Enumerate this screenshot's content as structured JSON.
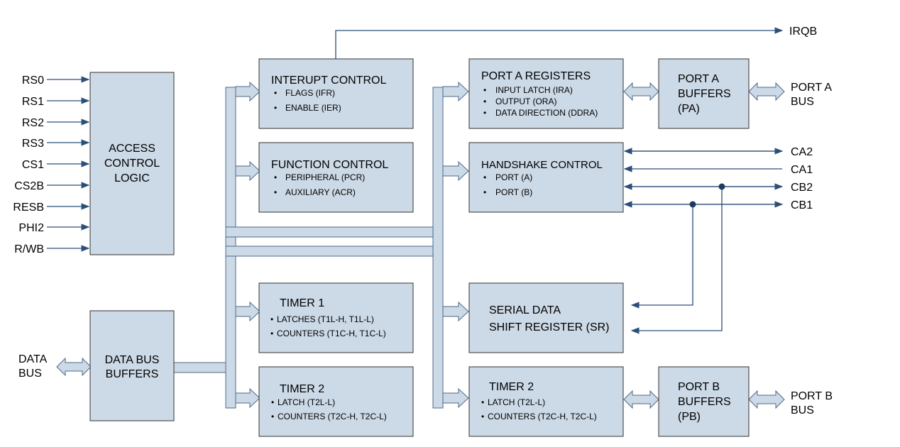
{
  "left_signals": [
    "RS0",
    "RS1",
    "RS2",
    "RS3",
    "CS1",
    "CS2B",
    "RESB",
    "PHI2",
    "R/WB"
  ],
  "data_bus_label": [
    "DATA",
    "BUS"
  ],
  "access_control": [
    "ACCESS",
    "CONTROL",
    "LOGIC"
  ],
  "data_bus_buffers": [
    "DATA BUS",
    "BUFFERS"
  ],
  "interrupt_control": {
    "title": "INTERUPT CONTROL",
    "items": [
      "FLAGS (IFR)",
      "ENABLE (IER)"
    ]
  },
  "function_control": {
    "title": "FUNCTION CONTROL",
    "items": [
      "PERIPHERAL (PCR)",
      "AUXILIARY (ACR)"
    ]
  },
  "timer1": {
    "title": "TIMER 1",
    "items": [
      "LATCHES (T1L-H, T1L-L)",
      "COUNTERS (T1C-H, T1C-L)"
    ]
  },
  "timer2_left": {
    "title": "TIMER 2",
    "items": [
      "LATCH (T2L-L)",
      "COUNTERS (T2C-H, T2C-L)"
    ]
  },
  "port_a_registers": {
    "title": "PORT A REGISTERS",
    "items": [
      "INPUT LATCH (IRA)",
      "OUTPUT (ORA)",
      "DATA DIRECTION (DDRA)"
    ]
  },
  "handshake_control": {
    "title": "HANDSHAKE CONTROL",
    "items": [
      "PORT (A)",
      "PORT (B)"
    ]
  },
  "serial_data": [
    "SERIAL DATA",
    "SHIFT REGISTER (SR)"
  ],
  "timer2_right": {
    "title": "TIMER 2",
    "items": [
      "LATCH (T2L-L)",
      "COUNTERS (T2C-H, T2C-L)"
    ]
  },
  "port_a_buffers": [
    "PORT A",
    "BUFFERS",
    "(PA)"
  ],
  "port_b_buffers": [
    "PORT B",
    "BUFFERS",
    "(PB)"
  ],
  "port_a_bus": [
    "PORT A",
    "BUS"
  ],
  "port_b_bus": [
    "PORT B",
    "BUS"
  ],
  "right_signals": {
    "irqb": "IRQB",
    "ca2": "CA2",
    "ca1": "CA1",
    "cb2": "CB2",
    "cb1": "CB1"
  },
  "bullet": "•"
}
